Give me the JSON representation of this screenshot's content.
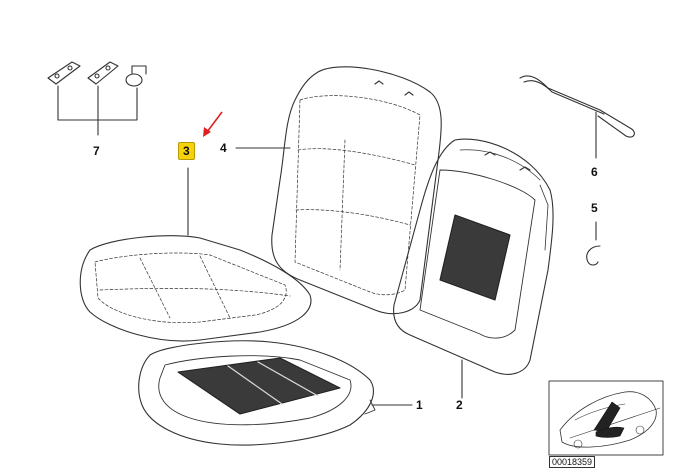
{
  "callouts": {
    "c1": "1",
    "c2": "2",
    "c3": "3",
    "c4": "4",
    "c5": "5",
    "c6": "6",
    "c7": "7"
  },
  "reference_number": "00018359",
  "colors": {
    "line": "#333333",
    "highlight": "#f5d20a",
    "arrow": "#e02020"
  }
}
